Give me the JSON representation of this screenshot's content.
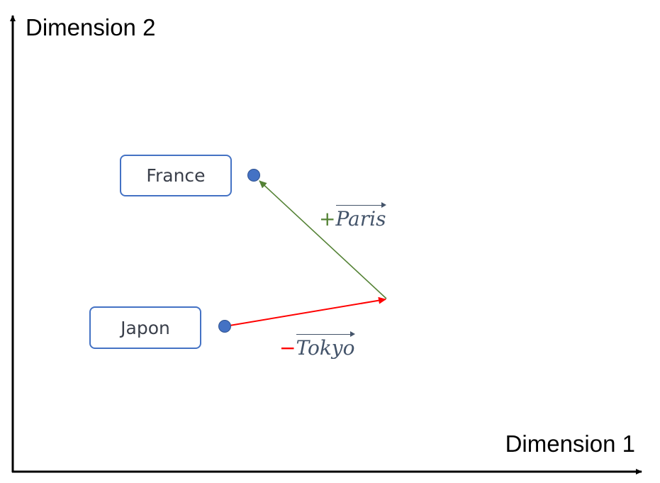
{
  "axes": {
    "x_title": "Dimension 1",
    "y_title": "Dimension 2"
  },
  "nodes": [
    {
      "id": "france",
      "label": "France"
    },
    {
      "id": "japon",
      "label": "Japon"
    }
  ],
  "vectors": [
    {
      "id": "tokyo",
      "sign": "−",
      "word": "Tokyo",
      "color": "#ff0000"
    },
    {
      "id": "paris",
      "sign": "+",
      "word": "Paris",
      "color": "#548235"
    }
  ],
  "colors": {
    "point": "#4472c4",
    "box_border": "#4472c4",
    "axis": "#000000"
  }
}
